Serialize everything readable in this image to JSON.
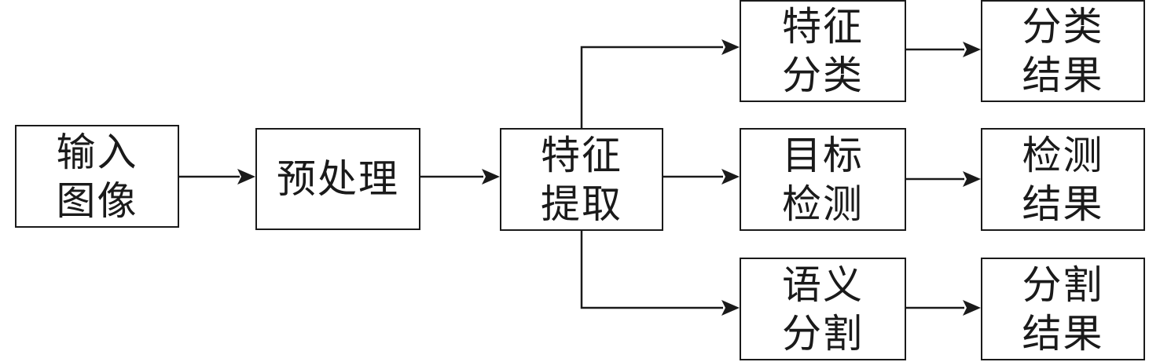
{
  "nodes": {
    "input_image": "输入\n图像",
    "preprocess": "预处理",
    "feature_extraction": "特征\n提取",
    "feature_classification": "特征\n分类",
    "object_detection": "目标\n检测",
    "semantic_segmentation": "语义\n分割",
    "classification_result": "分类\n结果",
    "detection_result": "检测\n结果",
    "segmentation_result": "分割\n结果"
  },
  "edges": [
    {
      "from": "input_image",
      "to": "preprocess"
    },
    {
      "from": "preprocess",
      "to": "feature_extraction"
    },
    {
      "from": "feature_extraction",
      "to": "feature_classification"
    },
    {
      "from": "feature_extraction",
      "to": "object_detection"
    },
    {
      "from": "feature_extraction",
      "to": "semantic_segmentation"
    },
    {
      "from": "feature_classification",
      "to": "classification_result"
    },
    {
      "from": "object_detection",
      "to": "detection_result"
    },
    {
      "from": "semantic_segmentation",
      "to": "segmentation_result"
    }
  ],
  "colors": {
    "stroke": "#1a1a1a",
    "background": "#ffffff"
  }
}
